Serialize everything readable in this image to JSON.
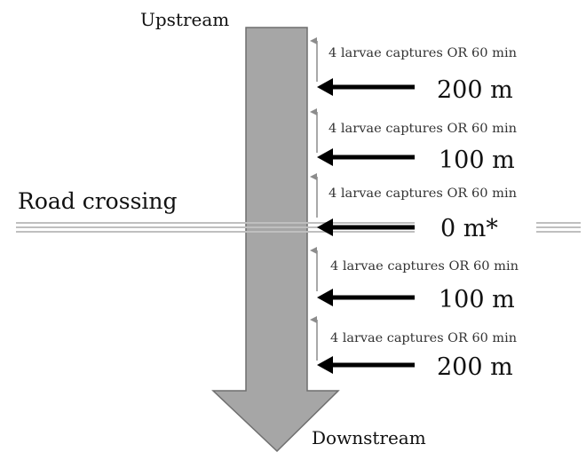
{
  "labels": {
    "upstream": "Upstream",
    "downstream": "Downstream",
    "road": "Road crossing"
  },
  "stations": [
    {
      "distance": "200 m",
      "note": "4 larvae captures OR 60 min"
    },
    {
      "distance": "100 m",
      "note": "4 larvae captures OR 60 min"
    },
    {
      "distance": "0 m*",
      "note": "4 larvae captures OR 60 min"
    },
    {
      "distance": "100 m",
      "note": "4 larvae captures OR 60 min"
    },
    {
      "distance": "200 m",
      "note": "4 larvae captures OR 60 min"
    }
  ],
  "colors": {
    "stream_fill": "#a6a6a6",
    "stream_stroke": "#6f6f6f",
    "road_line": "#bfbfbf",
    "station_arrow": "#000000",
    "note_arrow": "#8c8c8c",
    "text": "#111111"
  }
}
